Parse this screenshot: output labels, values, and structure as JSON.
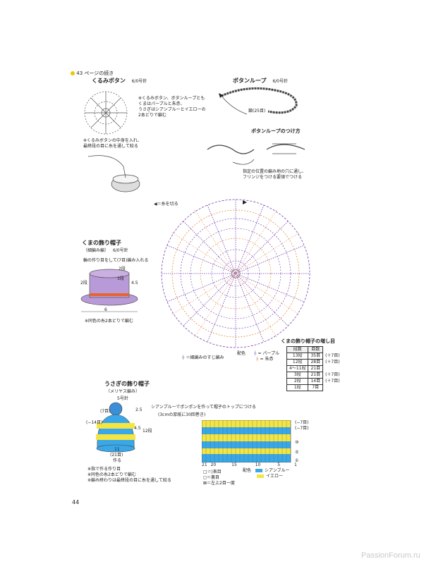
{
  "header": {
    "continued": "43 ページの続き",
    "bullet_color": "#f2c500"
  },
  "kurumi_button": {
    "title": "くるみボタン",
    "needle": "6/0号針",
    "note1_lines": [
      "※くるみボタン、ボタンループとも",
      "くまはパープルと朱赤、",
      "うさぎはシアンブルーとイエローの",
      "2本どりで編む"
    ],
    "note2_lines": [
      "※くるみボタンの中身を入れ、",
      "最終段の目に糸を通して絞る"
    ]
  },
  "button_loop": {
    "title": "ボタンループ",
    "needle": "6/0号針",
    "chain_label": "鎖(25目)",
    "attach_title": "ボタンループのつけ方",
    "attach_note_lines": [
      "指定の位置の編み地の穴に通し、",
      "フリンジをつける要領でつける"
    ]
  },
  "bear_hat": {
    "title": "くまの飾り帽子",
    "subtitle": "（細編み編）",
    "needle": "6/0号針",
    "crown_note": "輪の作り目をして(7目)編み入れる",
    "dims": [
      "2段",
      "3段",
      "2段",
      "4.5",
      "6"
    ],
    "footer": "※同色の糸2本どりで編む",
    "cut_yarn": "◀＝糸を切る",
    "legend": {
      "sc_label": "＝細編みのすじ編み",
      "colors_label": "配色",
      "purple": "パープル",
      "red": "朱赤"
    },
    "colors": {
      "purple": "#7a3fb0",
      "red": "#e07a2a",
      "hat": "#b99ad8",
      "band": "#e8642e"
    }
  },
  "increase_table": {
    "title": "くまの飾り帽子の増し目",
    "headers": [
      "段数",
      "目数",
      ""
    ],
    "rows": [
      [
        "13段",
        "35目",
        "(＋7目)"
      ],
      [
        "12段",
        "28目",
        "(＋7目)"
      ],
      [
        "4〜11段",
        "21目",
        ""
      ],
      [
        "3段",
        "21目",
        "(＋7目)"
      ],
      [
        "2段",
        "14目",
        "(＋7目)"
      ],
      [
        "1段",
        "7目",
        ""
      ]
    ]
  },
  "rabbit_hat": {
    "title": "うさぎの飾り帽子",
    "subtitle": "（メリヤス編み）",
    "needle": "5号針",
    "pompom_note": "シアンブルーでポンポンを作って帽子のトップにつける",
    "pompom_size": "(3cmの厚紙に30回巻き)",
    "labels": [
      "(7目)",
      "2.5",
      "(−14目)",
      "4.5",
      "12段",
      "11",
      "(21目)",
      "作る"
    ],
    "notes": [
      "※指で作る作り目",
      "※同色の糸2本どりで編む",
      "※編み終わりは最終段の目に糸を通して絞る"
    ],
    "colors": {
      "cyan": "#3aa8e8",
      "yellow": "#f4e542",
      "ball": "#3b8fd6"
    }
  },
  "chart": {
    "right_labels": [
      "(−7目)",
      "(−7目)",
      "⑩",
      "⑤",
      "①"
    ],
    "col_labels": [
      "21",
      "20",
      "15",
      "10",
      "5",
      "1"
    ],
    "key": [
      "□＝|表目",
      "◻＝裏目",
      "⊠＝左上2目一度"
    ],
    "colors_label": "配色",
    "color_names": [
      "シアンブルー",
      "イエロー"
    ]
  },
  "page_number": "44",
  "watermark": "PassionForum.ru"
}
